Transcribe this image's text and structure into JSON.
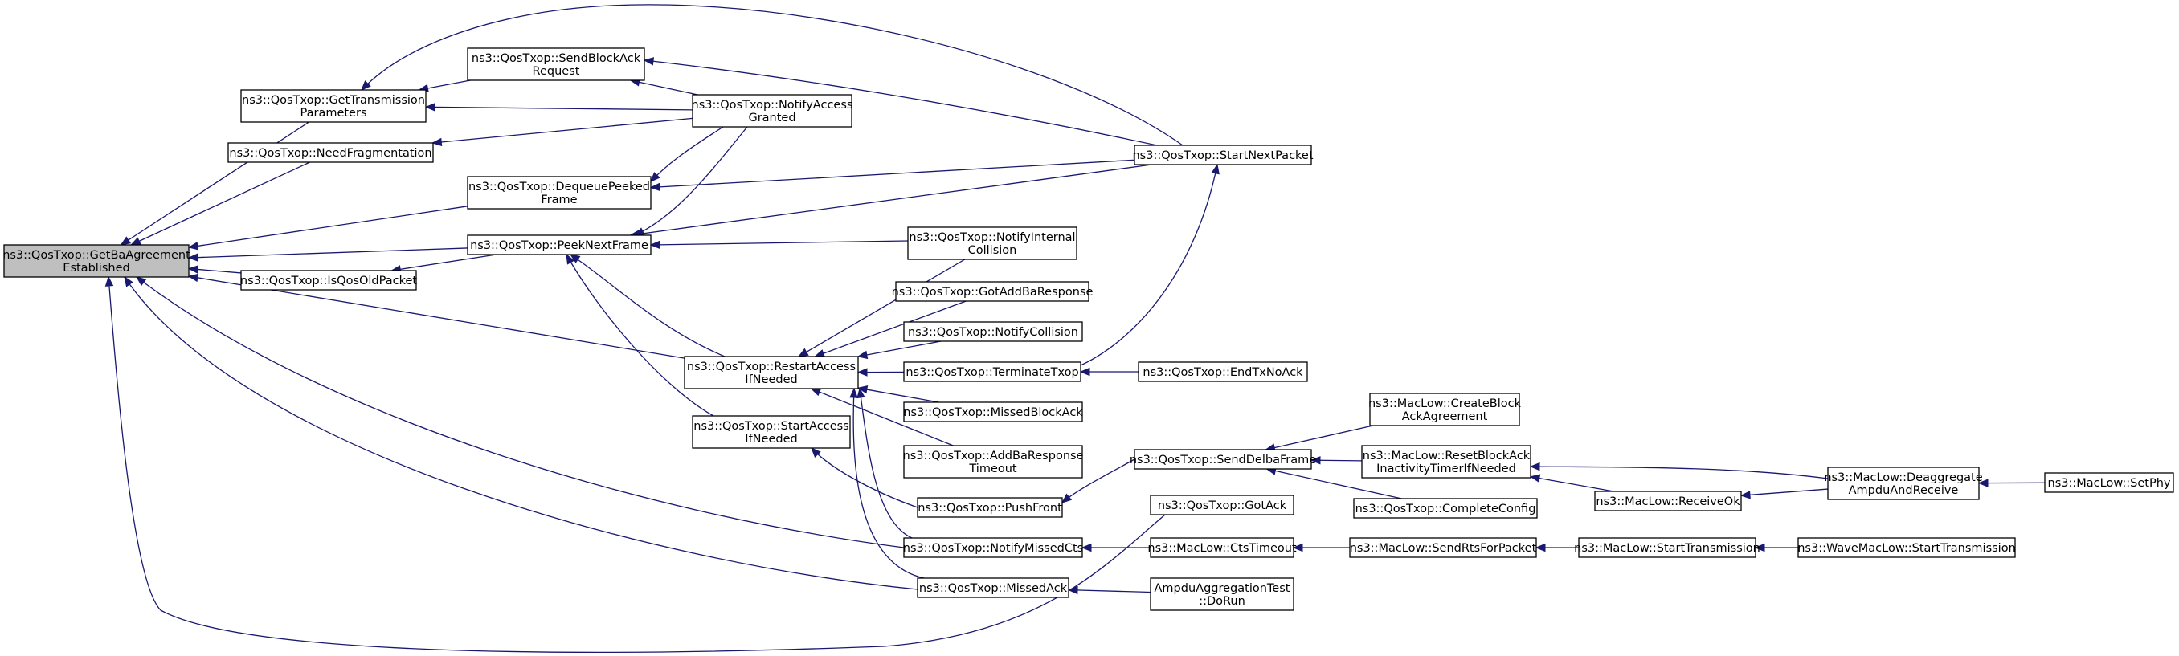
{
  "colors": {
    "edge": "#191970",
    "root_fill": "#bfbfbf",
    "node_fill": "#ffffff",
    "border": "#000000"
  },
  "nodes": [
    {
      "id": "n0",
      "lines": [
        "ns3::QosTxop::GetBaAgreement",
        "Established"
      ]
    },
    {
      "id": "n1",
      "lines": [
        "ns3::QosTxop::GetTransmission",
        "Parameters"
      ]
    },
    {
      "id": "n2",
      "lines": [
        "ns3::QosTxop::NeedFragmentation"
      ]
    },
    {
      "id": "n3",
      "lines": [
        "ns3::QosTxop::DequeuePeeked",
        "Frame"
      ]
    },
    {
      "id": "n4",
      "lines": [
        "ns3::QosTxop::PeekNextFrame"
      ]
    },
    {
      "id": "n5",
      "lines": [
        "ns3::QosTxop::IsQosOldPacket"
      ]
    },
    {
      "id": "n6",
      "lines": [
        "ns3::QosTxop::SendBlockAck",
        "Request"
      ]
    },
    {
      "id": "n7",
      "lines": [
        "ns3::QosTxop::NotifyAccess",
        "Granted"
      ]
    },
    {
      "id": "n8",
      "lines": [
        "ns3::QosTxop::StartNextPacket"
      ]
    },
    {
      "id": "n9",
      "lines": [
        "ns3::QosTxop::RestartAccess",
        "IfNeeded"
      ]
    },
    {
      "id": "n10",
      "lines": [
        "ns3::QosTxop::StartAccess",
        "IfNeeded"
      ]
    },
    {
      "id": "n11",
      "lines": [
        "ns3::QosTxop::NotifyInternal",
        "Collision"
      ]
    },
    {
      "id": "n12",
      "lines": [
        "ns3::QosTxop::GotAddBaResponse"
      ]
    },
    {
      "id": "n13",
      "lines": [
        "ns3::QosTxop::NotifyCollision"
      ]
    },
    {
      "id": "n14",
      "lines": [
        "ns3::QosTxop::TerminateTxop"
      ]
    },
    {
      "id": "n15",
      "lines": [
        "ns3::QosTxop::MissedBlockAck"
      ]
    },
    {
      "id": "n16",
      "lines": [
        "ns3::QosTxop::AddBaResponse",
        "Timeout"
      ]
    },
    {
      "id": "n17",
      "lines": [
        "ns3::QosTxop::PushFront"
      ]
    },
    {
      "id": "n18",
      "lines": [
        "ns3::QosTxop::NotifyMissedCts"
      ]
    },
    {
      "id": "n19",
      "lines": [
        "ns3::QosTxop::MissedAck"
      ]
    },
    {
      "id": "n20",
      "lines": [
        "ns3::QosTxop::EndTxNoAck"
      ]
    },
    {
      "id": "n21",
      "lines": [
        "ns3::QosTxop::SendDelbaFrame"
      ]
    },
    {
      "id": "n22",
      "lines": [
        "ns3::QosTxop::GotAck"
      ]
    },
    {
      "id": "n23",
      "lines": [
        "ns3::MacLow::CtsTimeout"
      ]
    },
    {
      "id": "n24",
      "lines": [
        "AmpduAggregationTest",
        "::DoRun"
      ]
    },
    {
      "id": "n25",
      "lines": [
        "ns3::MacLow::CreateBlock",
        "AckAgreement"
      ]
    },
    {
      "id": "n26",
      "lines": [
        "ns3::MacLow::ResetBlockAck",
        "InactivityTimerIfNeeded"
      ]
    },
    {
      "id": "n27",
      "lines": [
        "ns3::QosTxop::CompleteConfig"
      ]
    },
    {
      "id": "n28",
      "lines": [
        "ns3::MacLow::ReceiveOk"
      ]
    },
    {
      "id": "n29",
      "lines": [
        "ns3::MacLow::SendRtsForPacket"
      ]
    },
    {
      "id": "n30",
      "lines": [
        "ns3::MacLow::Deaggregate",
        "AmpduAndReceive"
      ]
    },
    {
      "id": "n31",
      "lines": [
        "ns3::MacLow::StartTransmission"
      ]
    },
    {
      "id": "n32",
      "lines": [
        "ns3::MacLow::SetPhy"
      ]
    },
    {
      "id": "n33",
      "lines": [
        "ns3::WaveMacLow::StartTransmission"
      ]
    }
  ],
  "edges": [
    {
      "from": "n1",
      "to": "n0"
    },
    {
      "from": "n2",
      "to": "n0"
    },
    {
      "from": "n3",
      "to": "n0"
    },
    {
      "from": "n4",
      "to": "n0"
    },
    {
      "from": "n5",
      "to": "n0"
    },
    {
      "from": "n9",
      "to": "n0"
    },
    {
      "from": "n18",
      "to": "n0"
    },
    {
      "from": "n19",
      "to": "n0"
    },
    {
      "from": "n22",
      "to": "n0"
    },
    {
      "from": "n6",
      "to": "n1"
    },
    {
      "from": "n7",
      "to": "n1"
    },
    {
      "from": "n8",
      "to": "n1"
    },
    {
      "from": "n7",
      "to": "n2"
    },
    {
      "from": "n7",
      "to": "n3"
    },
    {
      "from": "n8",
      "to": "n3"
    },
    {
      "from": "n7",
      "to": "n4"
    },
    {
      "from": "n8",
      "to": "n4"
    },
    {
      "from": "n11",
      "to": "n4"
    },
    {
      "from": "n9",
      "to": "n4"
    },
    {
      "from": "n10",
      "to": "n4"
    },
    {
      "from": "n4",
      "to": "n5"
    },
    {
      "from": "n7",
      "to": "n6"
    },
    {
      "from": "n8",
      "to": "n6"
    },
    {
      "from": "n14",
      "to": "n8"
    },
    {
      "from": "n11",
      "to": "n9"
    },
    {
      "from": "n12",
      "to": "n9"
    },
    {
      "from": "n13",
      "to": "n9"
    },
    {
      "from": "n14",
      "to": "n9"
    },
    {
      "from": "n15",
      "to": "n9"
    },
    {
      "from": "n16",
      "to": "n9"
    },
    {
      "from": "n18",
      "to": "n9"
    },
    {
      "from": "n19",
      "to": "n9"
    },
    {
      "from": "n17",
      "to": "n10"
    },
    {
      "from": "n20",
      "to": "n14"
    },
    {
      "from": "n21",
      "to": "n17"
    },
    {
      "from": "n23",
      "to": "n18"
    },
    {
      "from": "n24",
      "to": "n19"
    },
    {
      "from": "n25",
      "to": "n21"
    },
    {
      "from": "n26",
      "to": "n21"
    },
    {
      "from": "n27",
      "to": "n21"
    },
    {
      "from": "n30",
      "to": "n26"
    },
    {
      "from": "n28",
      "to": "n26"
    },
    {
      "from": "n30",
      "to": "n28"
    },
    {
      "from": "n29",
      "to": "n23"
    },
    {
      "from": "n31",
      "to": "n29"
    },
    {
      "from": "n32",
      "to": "n30"
    },
    {
      "from": "n33",
      "to": "n31"
    }
  ]
}
